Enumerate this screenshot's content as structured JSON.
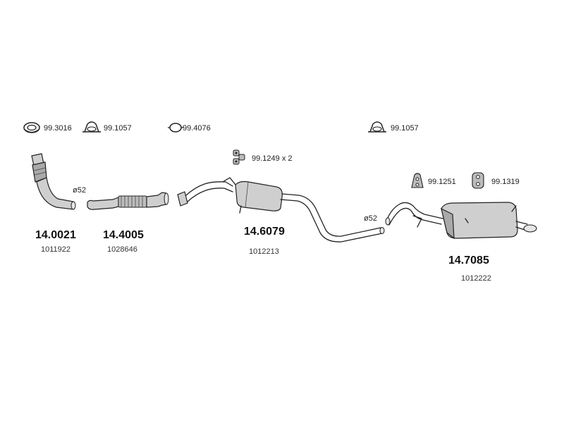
{
  "accessories": {
    "gasket_1": "99.3016",
    "clamp_1": "99.1057",
    "ring_gasket": "99.4076",
    "clamp_2": "99.1057",
    "hanger_pair": "99.1249 x 2",
    "hanger_1": "99.1251",
    "hanger_2": "99.1319"
  },
  "diameters": {
    "front": "ø52",
    "rear": "ø52"
  },
  "parts": [
    {
      "number": "14.0021",
      "ref": "1011922"
    },
    {
      "number": "14.4005",
      "ref": "1028646"
    },
    {
      "number": "14.6079",
      "ref": "1012213"
    },
    {
      "number": "14.7085",
      "ref": "1012222"
    }
  ]
}
